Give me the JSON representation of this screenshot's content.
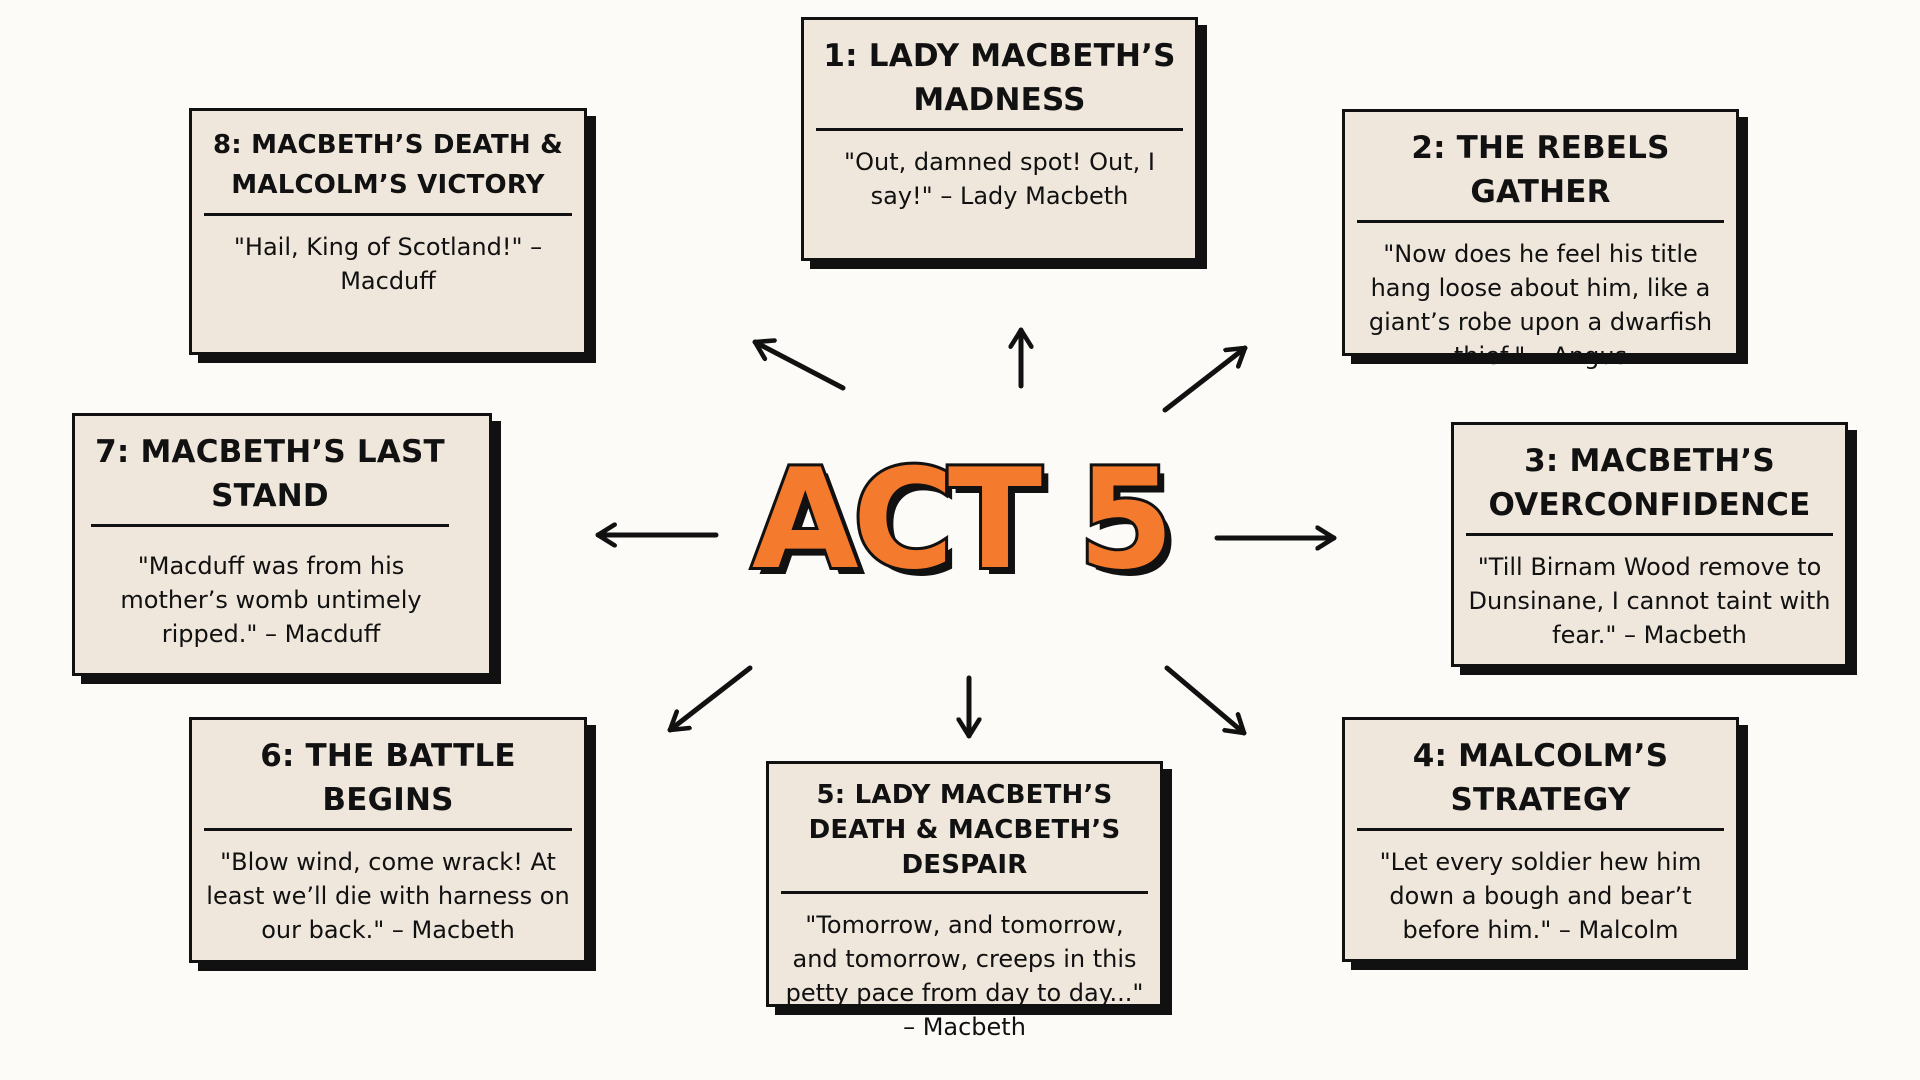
{
  "center": {
    "title": "ACT 5"
  },
  "cards": [
    {
      "title": "1: LADY MACBETH’S MADNESS",
      "quote": "\"Out, damned spot! Out, I say!\" – Lady Macbeth"
    },
    {
      "title": "2: THE REBELS GATHER",
      "quote": "\"Now does he feel his title hang loose about him, like a giant’s robe upon a dwarfish thief.\" – Angus"
    },
    {
      "title": "3: MACBETH’S OVERCONFIDENCE",
      "quote": "\"Till Birnam Wood remove to Dunsinane, I cannot taint with fear.\" – Macbeth"
    },
    {
      "title": "4: MALCOLM’S STRATEGY",
      "quote": "\"Let every soldier hew him down a bough and bear’t before him.\" – Malcolm"
    },
    {
      "title": "5: LADY MACBETH’S DEATH & MACBETH’S DESPAIR",
      "quote": "\"Tomorrow, and tomorrow, and tomorrow, creeps in this petty pace from day to day...\" – Macbeth"
    },
    {
      "title": "6: THE BATTLE BEGINS",
      "quote": "\"Blow wind, come wrack! At least we’ll die with harness on our back.\" – Macbeth"
    },
    {
      "title": "7: MACBETH’S LAST STAND",
      "quote": "\"Macduff was from his mother’s womb untimely ripped.\" – Macduff"
    },
    {
      "title": "8: MACBETH’S DEATH & MALCOLM’S VICTORY",
      "quote": "\"Hail, King of Scotland!\" – Macduff"
    }
  ],
  "colors": {
    "background": "#fcfbf8",
    "card_fill": "#efe6dc",
    "accent": "#f47a2d",
    "ink": "#111111"
  }
}
